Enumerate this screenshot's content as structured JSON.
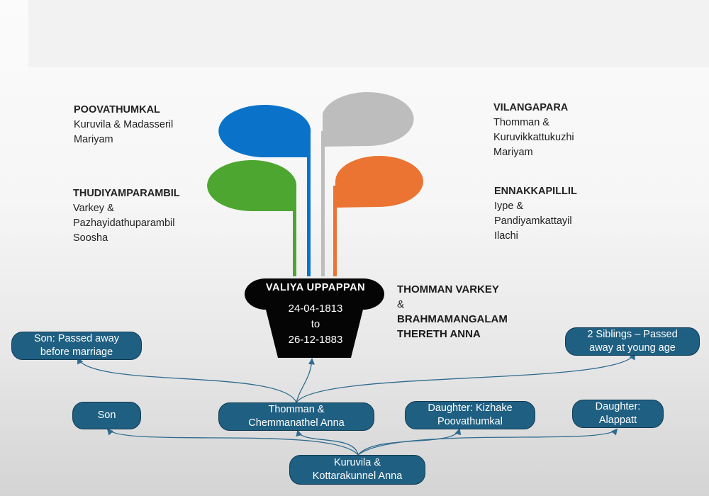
{
  "families": [
    {
      "id": "poovathumkal",
      "name": "POOVATHUMKAL",
      "spouses": "Kuruvila & Madasseril\nMariyam",
      "color": "#0a73c9"
    },
    {
      "id": "vilangapara",
      "name": "VILANGAPARA",
      "spouses": "Thomman &\nKuruvikkattukuzhi\nMariyam",
      "color": "#bdbdbd"
    },
    {
      "id": "thudiyamparambil",
      "name": "THUDIYAMPARAMBIL",
      "spouses": "Varkey &\nPazhayidathuparambil\nSoosha",
      "color": "#4ca630"
    },
    {
      "id": "ennakkapillil",
      "name": "ENNAKKAPILLIL",
      "spouses": "Iype &\nPandiyamkattayil\nIlachi",
      "color": "#ec7432"
    }
  ],
  "main": {
    "title": "VALIYA  UPPAPPAN",
    "birth": "24-04-1813",
    "sep": "to",
    "death": "26-12-1883",
    "description": [
      "THOMMAN VARKEY",
      "&",
      "BRAHMAMANGALAM",
      "THERETH ANNA"
    ],
    "pot_color": "#050505"
  },
  "nodes": {
    "son_passed": [
      "Son: Passed away",
      "before marriage"
    ],
    "siblings": [
      "2 Siblings – Passed",
      "away at young age"
    ],
    "son": [
      "Son"
    ],
    "thomman": [
      "Thomman &",
      "Chemmanathel Anna"
    ],
    "daughter_k": [
      "Daughter: Kizhake",
      "Poovathumkal"
    ],
    "daughter_a": [
      "Daughter:",
      "Alappatt"
    ],
    "kuruvila": [
      "Kuruvila &",
      "Kottarakunnel Anna"
    ]
  },
  "node_color": "#1f5f82",
  "connector_color": "#2f6b8e"
}
